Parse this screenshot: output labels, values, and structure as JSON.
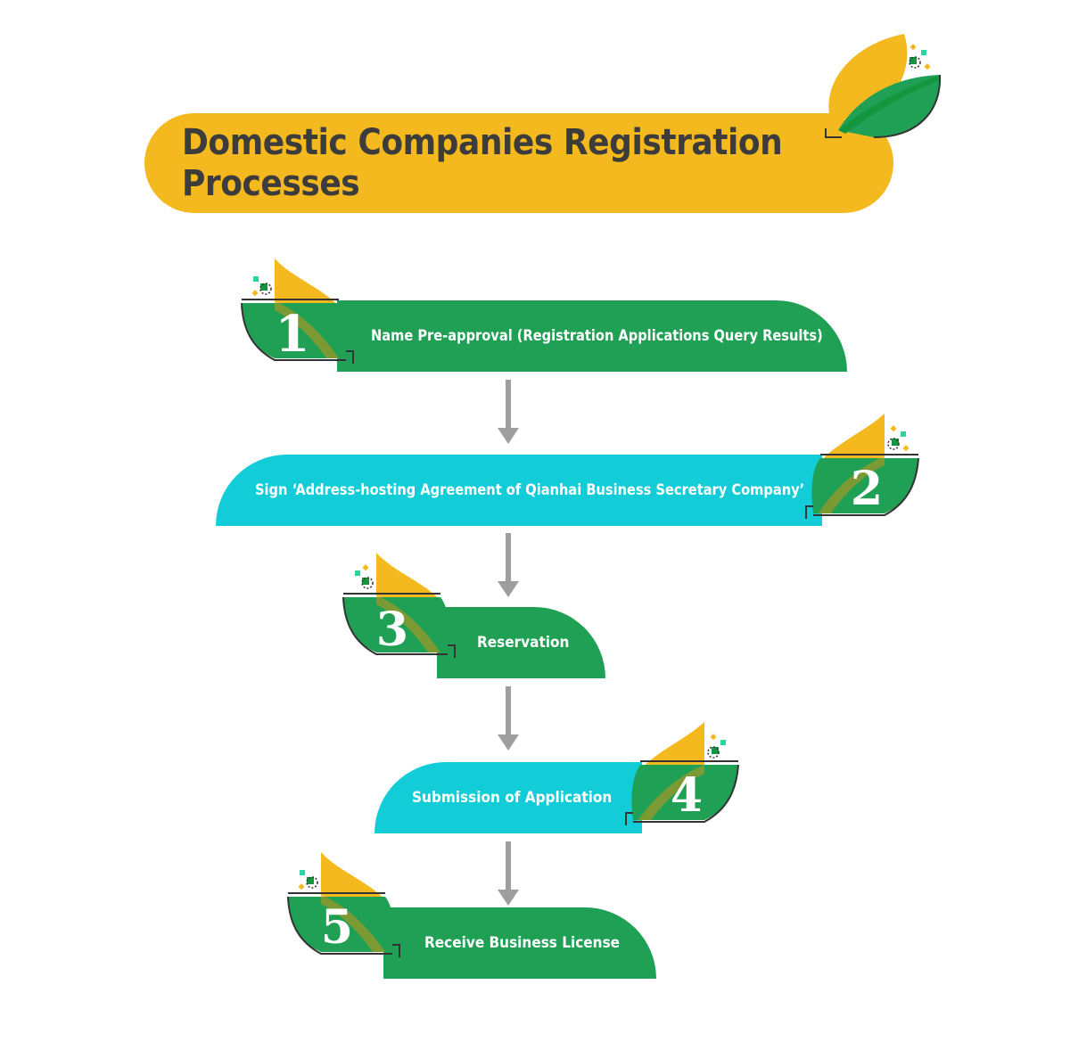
{
  "title": "Domestic Companies Registration Processes",
  "steps": [
    {
      "number": "1",
      "label": "Name Pre-approval (Registration Applications Query Results)"
    },
    {
      "number": "2",
      "label": "Sign ‘Address-hosting Agreement of Qianhai Business Secretary Company’"
    },
    {
      "number": "3",
      "label": "Reservation"
    },
    {
      "number": "4",
      "label": "Submission of Application"
    },
    {
      "number": "5",
      "label": "Receive Business License"
    }
  ],
  "colors": {
    "title_bg": "#f4b91e",
    "green": "#1fa055",
    "dark_green": "#14963f",
    "cyan": "#12cdd8",
    "yellow": "#f4b91e",
    "arrow": "#9e9e9e",
    "title_text": "#3c3c3c"
  }
}
